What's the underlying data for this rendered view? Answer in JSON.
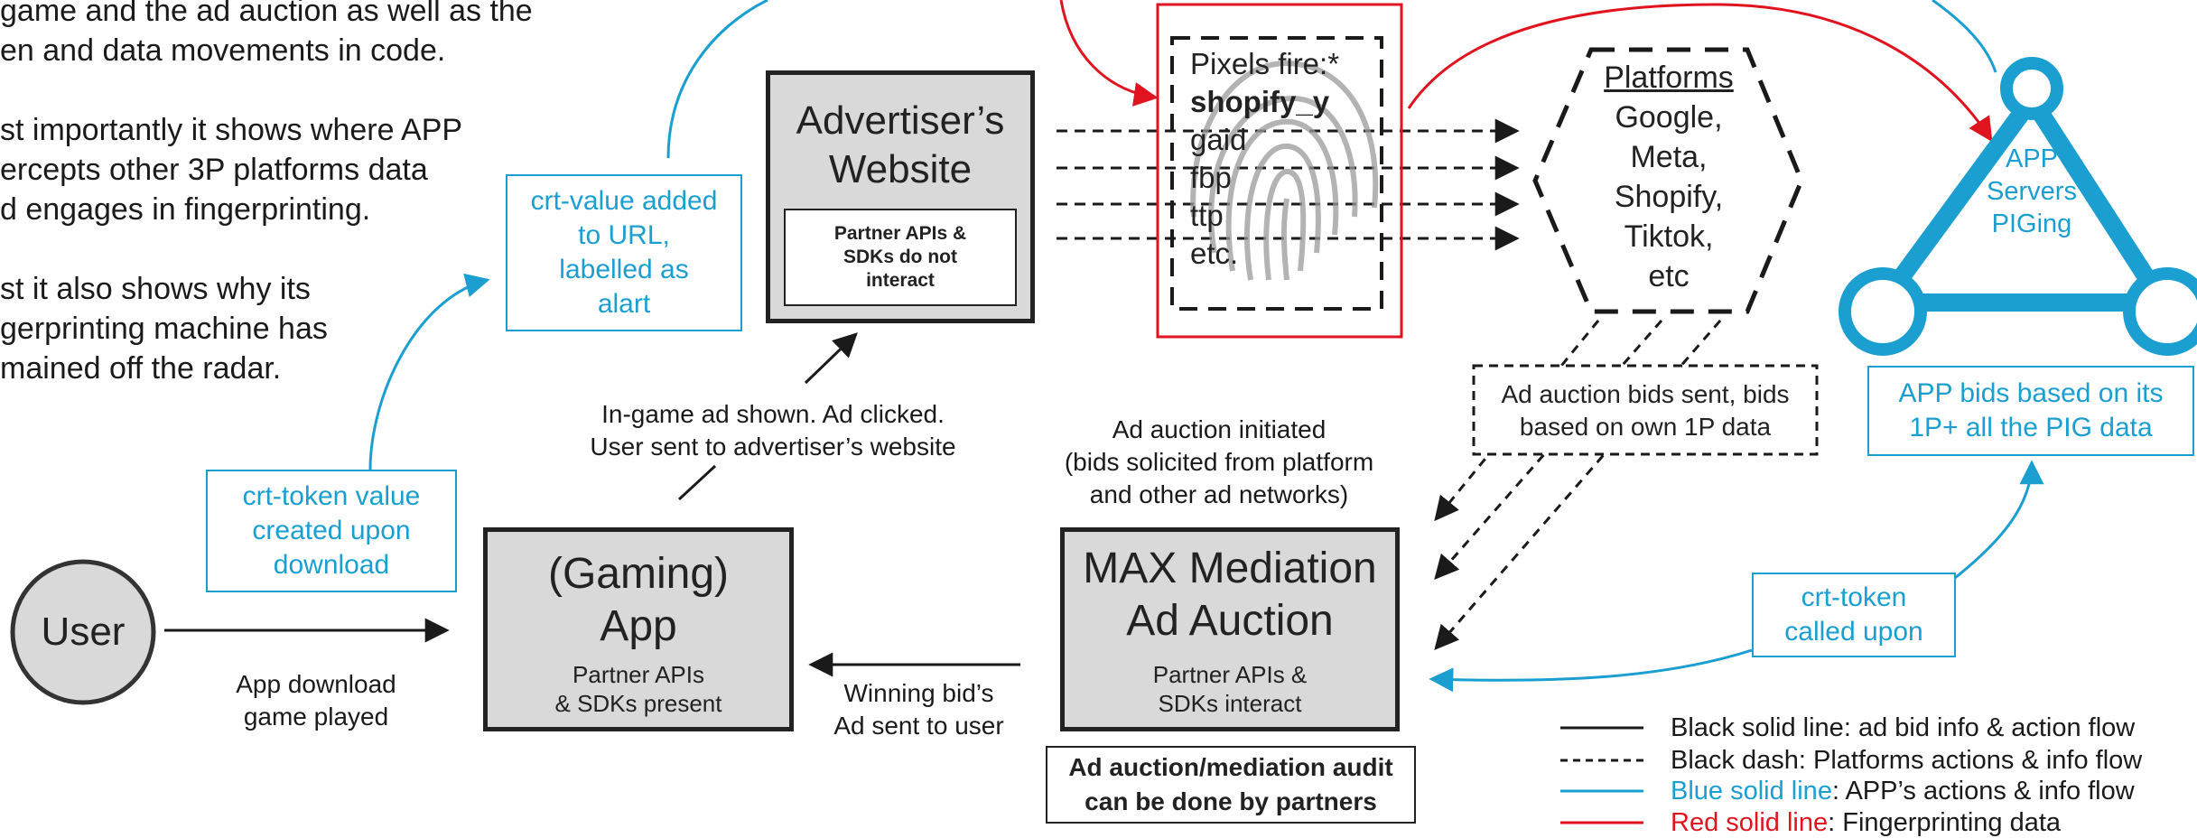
{
  "intro": [
    "game and the ad auction as well as the",
    "en and data movements in code.",
    "",
    "st importantly it shows where APP",
    "ercepts other 3P platforms data",
    "d engages in fingerprinting.",
    "",
    "st it also shows why its",
    "gerprinting machine has",
    "mained off the radar."
  ],
  "user": {
    "label": "User",
    "caption_line1": "App download",
    "caption_line2": "game played"
  },
  "crt_token_created": {
    "line1": "crt-token value",
    "line2": "created upon",
    "line3": "download"
  },
  "crt_value_added": {
    "line1": "crt-value added",
    "line2": "to URL,",
    "line3": "labelled as",
    "line4": "alart"
  },
  "gaming_app": {
    "title_line1": "(Gaming)",
    "title_line2": "App",
    "sub_line1": "Partner APIs",
    "sub_line2": "& SDKs present"
  },
  "advertiser": {
    "title_line1": "Advertiser’s",
    "title_line2": "Website",
    "inner_line1": "Partner APIs &",
    "inner_line2": "SDKs do not",
    "inner_line3": "interact"
  },
  "ingame_caption": {
    "line1": "In-game ad shown. Ad clicked.",
    "line2": "User sent to advertiser’s website"
  },
  "pixels": {
    "line1": "Pixels fire:*",
    "line2": "shopify_y",
    "line3": "gaid",
    "line4": "fbp",
    "line5": "ttp",
    "line6": "etc."
  },
  "platforms": {
    "title": "Platforms",
    "line1": "Google,",
    "line2": "Meta,",
    "line3": "Shopify,",
    "line4": "Tiktok,",
    "line5": "etc"
  },
  "app_servers": {
    "line1": "APP",
    "line2": "Servers",
    "line3": "PIGing"
  },
  "app_bids": {
    "line1": "APP bids based on its",
    "line2": "1P+ all the PIG data"
  },
  "ad_auction_bids": {
    "line1": "Ad auction bids sent, bids",
    "line2": "based on own 1P data"
  },
  "ad_auction_init": {
    "line1": "Ad auction initiated",
    "line2": "(bids solicited from platform",
    "line3": "and other ad networks)"
  },
  "max": {
    "title_line1": "MAX Mediation",
    "title_line2": "Ad Auction",
    "sub_line1": "Partner APIs &",
    "sub_line2": "SDKs interact"
  },
  "winning_bid": {
    "line1": "Winning bid’s",
    "line2": "Ad sent to user"
  },
  "audit": {
    "line1": "Ad auction/mediation audit",
    "line2": "can be done by partners"
  },
  "crt_called": {
    "line1": "crt-token",
    "line2": "called upon"
  },
  "legend": [
    {
      "prefix": "Black solid line",
      "suffix": ": ad bid info & action flow",
      "color": "#1a1a1a",
      "style": "solid"
    },
    {
      "prefix": "Black dash",
      "suffix": ": Platforms actions & info flow",
      "color": "#1a1a1a",
      "style": "dash"
    },
    {
      "prefix": "Blue solid line",
      "suffix": ": APP’s actions & info flow",
      "color": "#1a9fd0",
      "style": "solid"
    },
    {
      "prefix": "Red solid line",
      "suffix": ": Fingerprinting data",
      "color": "#e0141e",
      "style": "solid"
    }
  ],
  "colors": {
    "blue": "#1a9fd0",
    "red": "#e0141e",
    "black": "#1a1a1a",
    "box_grey": "#d9d9d9"
  }
}
